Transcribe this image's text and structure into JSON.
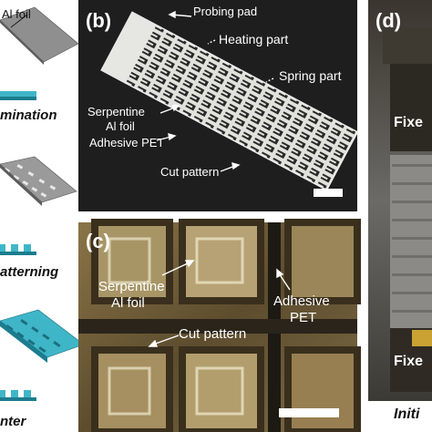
{
  "panel_a": {
    "top_label": "Al foil",
    "step1": "mination",
    "step2": "atterning",
    "step3": "nter"
  },
  "panel_b": {
    "letter": "(b)",
    "probing_pad": "Probing pad",
    "heating_part": "Heating part",
    "spring_part": "Spring part",
    "serpentine": "Serpentine",
    "al_foil": "Al foil",
    "adhesive_pet": "Adhesive PET",
    "cut_pattern": "Cut pattern"
  },
  "panel_c": {
    "letter": "(c)",
    "serpentine": "Serpentine",
    "al_foil": "Al foil",
    "cut_pattern": "Cut pattern",
    "adhesive": "Adhesive",
    "pet": "PET"
  },
  "panel_d": {
    "letter": "(d)",
    "fixed_top": "Fixe",
    "fixed_bottom": "Fixe",
    "caption": "Initi"
  },
  "colors": {
    "cyan_layer": "#3fb6c8",
    "panel_b_bg": "#1e1e1e",
    "foil": "#d9d9d4",
    "microscope_bg": "#6b5a3a",
    "panel_d_bg": "#4a4640"
  }
}
